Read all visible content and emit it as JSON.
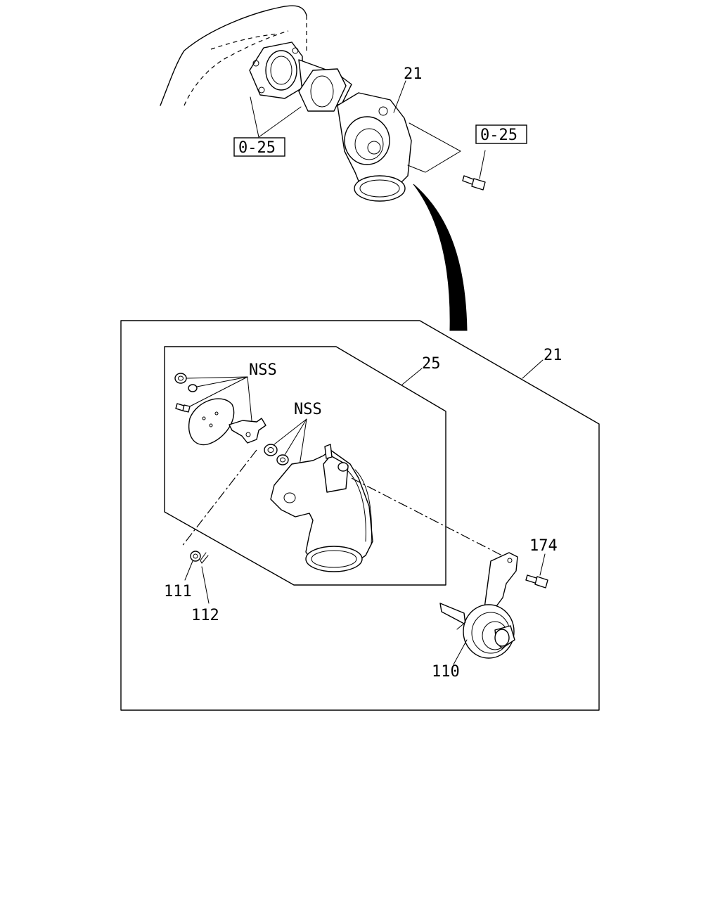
{
  "labels": {
    "top_part": "21",
    "ref_left": "0-25",
    "ref_right": "0-25",
    "frame_part": "21",
    "inner_part": "25",
    "nss_upper": "NSS",
    "nss_lower": "NSS",
    "p174": "174",
    "p111": "111",
    "p112": "112",
    "p110": "110"
  }
}
